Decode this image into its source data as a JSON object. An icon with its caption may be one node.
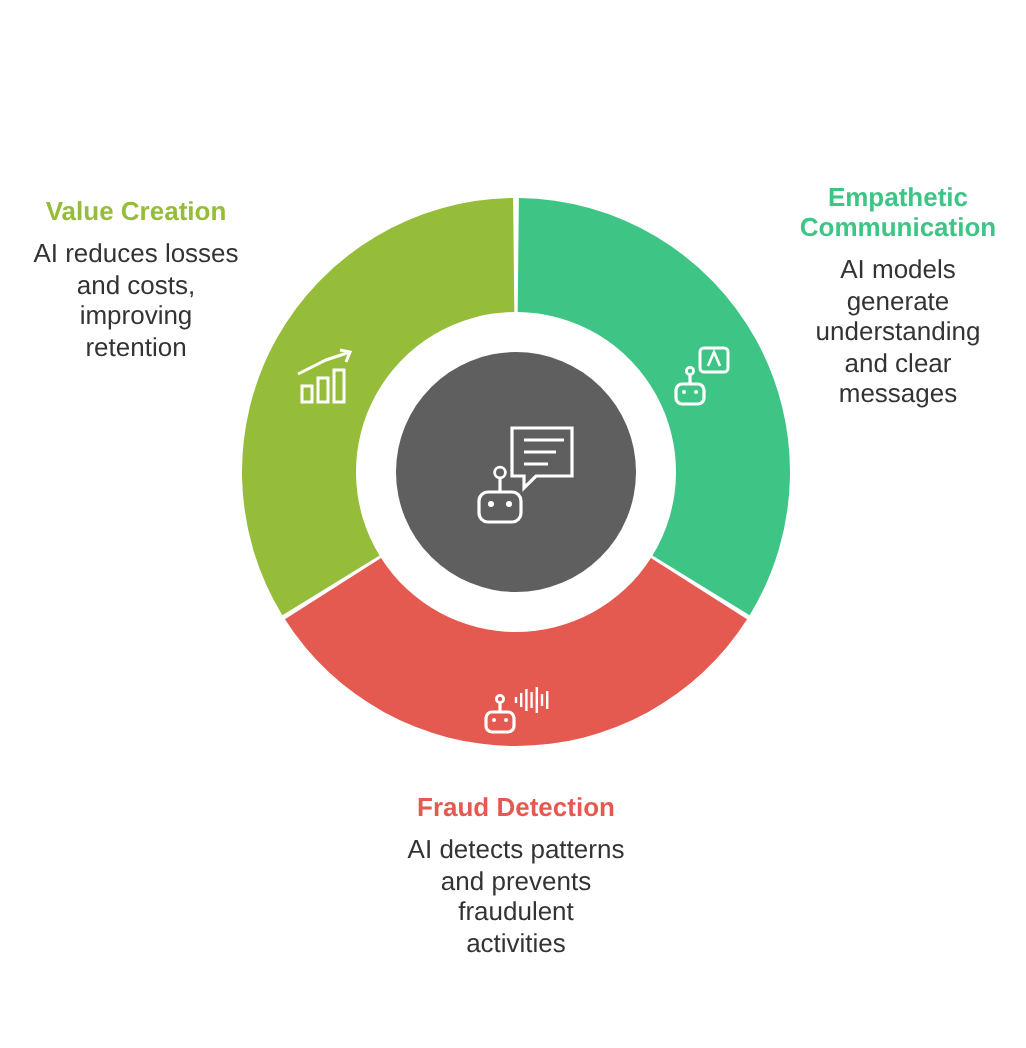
{
  "diagram": {
    "nodes": [
      {
        "text": [
          "Value Creation",
          "AI reduces losses and costs, improving retention"
        ]
      },
      {
        "text": [
          "Empathetic Communication",
          "AI models generate understanding and clear messages"
        ]
      },
      {
        "text": [
          "Fraud Detection",
          "AI detects patterns and prevents fraudulent activities"
        ]
      },
      {
        "text": [],
        "shape": "circle"
      }
    ],
    "edges": []
  }
}
